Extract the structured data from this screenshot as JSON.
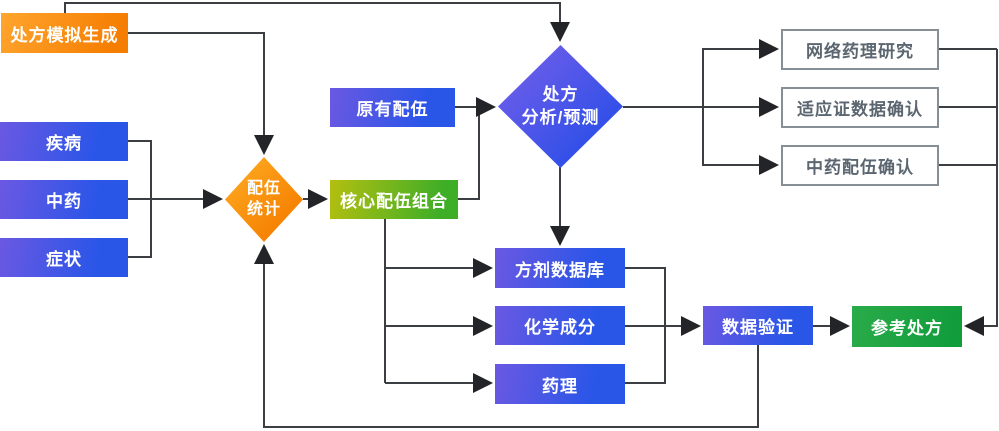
{
  "diagram": {
    "title": "TCM prescription analysis flowchart",
    "nodes": {
      "sim_gen": "处方模拟生成",
      "disease": "疾病",
      "herb": "中药",
      "symptom": "症状",
      "pairing_stats": "配伍\n统计",
      "original_pairing": "原有配伍",
      "core_pairing": "核心配伍组合",
      "analysis": "处方\n分析/预测",
      "network_pharm": "网络药理研究",
      "indication_confirm": "适应证数据确认",
      "herb_pairing_confirm": "中药配伍确认",
      "formula_db": "方剂数据库",
      "chemical": "化学成分",
      "pharmacology": "药理",
      "data_validation": "数据验证",
      "reference": "参考处方"
    },
    "colors": {
      "blue_gradient_start": "#6a58e2",
      "blue_gradient_end": "#2a56e8",
      "orange_gradient_start": "#ffa52e",
      "orange_gradient_end": "#f57d00",
      "lime_gradient_start": "#b4bf10",
      "lime_gradient_end": "#3fae27",
      "green_gradient_start": "#2aab49",
      "green_gradient_end": "#129d3c",
      "outline_border": "#878f96",
      "outline_text": "#5b6670",
      "connector": "#3b3e42",
      "text_on_fill": "#ffffff"
    }
  }
}
